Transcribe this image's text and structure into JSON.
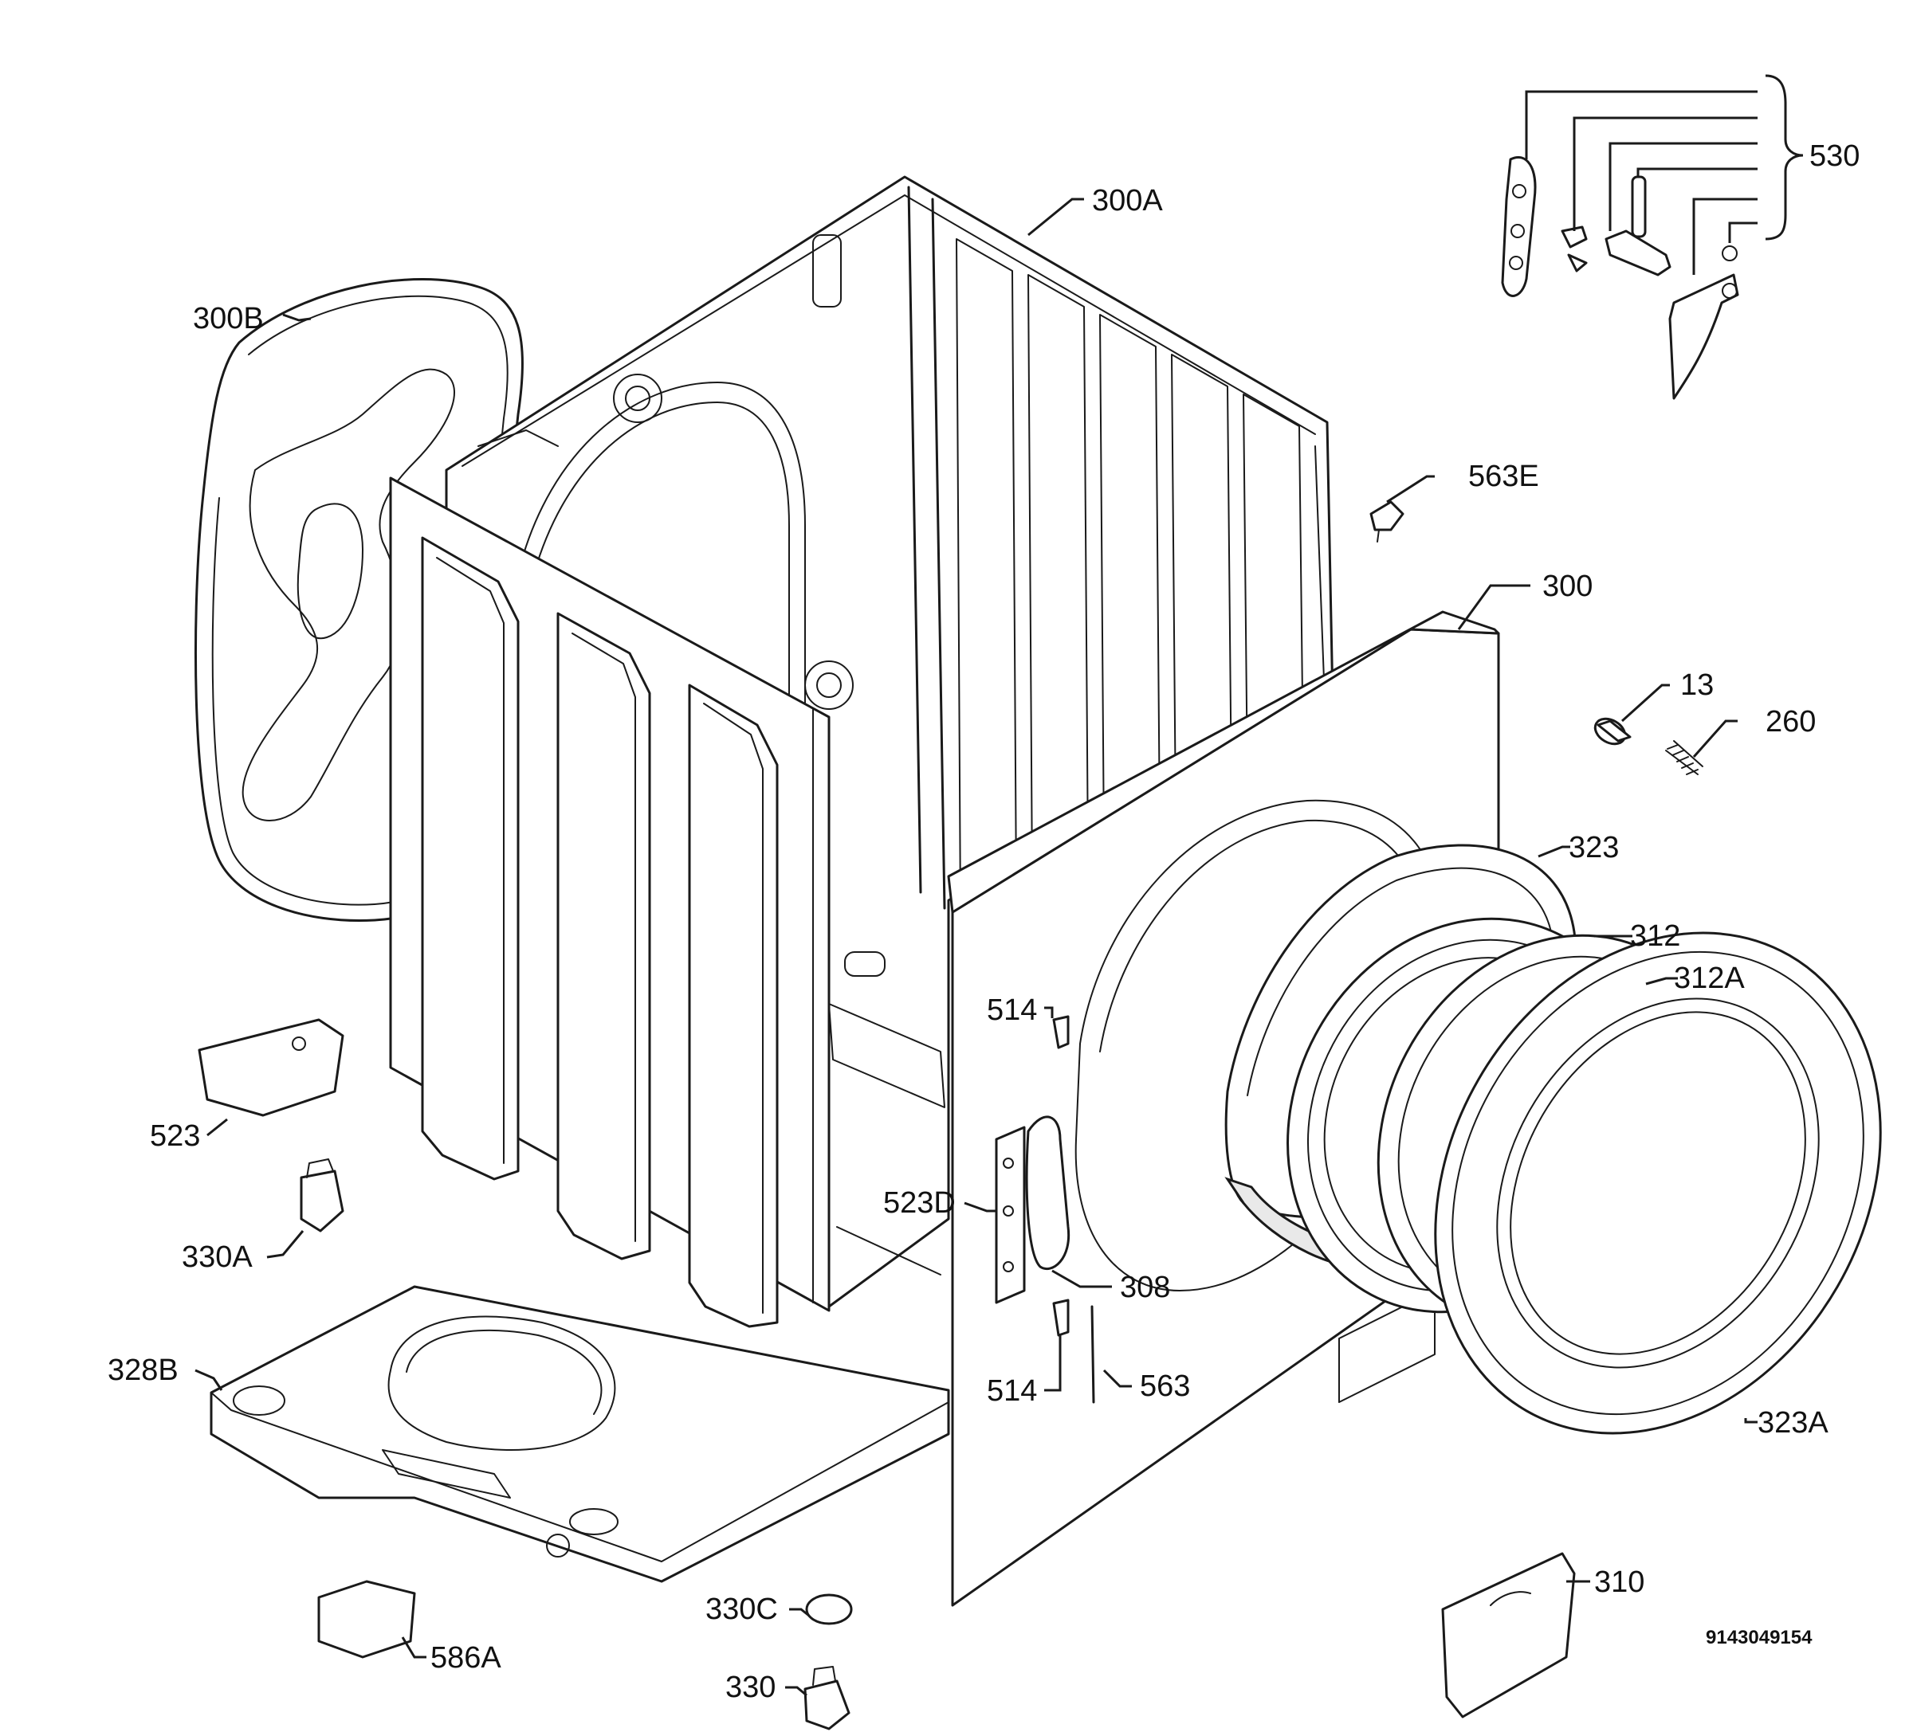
{
  "drawing_number": "9143049154",
  "labels": {
    "p300A": "300A",
    "p300B": "300B",
    "p530": "530",
    "p563E": "563E",
    "p300": "300",
    "p13": "13",
    "p260": "260",
    "p323": "323",
    "p312": "312",
    "p312A": "312A",
    "p514a": "514",
    "p514b": "514",
    "p523": "523",
    "p523D": "523D",
    "p308": "308",
    "p563": "563",
    "p330A": "330A",
    "p328B": "328B",
    "p323A": "323A",
    "p310": "310",
    "p330C": "330C",
    "p586A": "586A",
    "p330": "330"
  }
}
